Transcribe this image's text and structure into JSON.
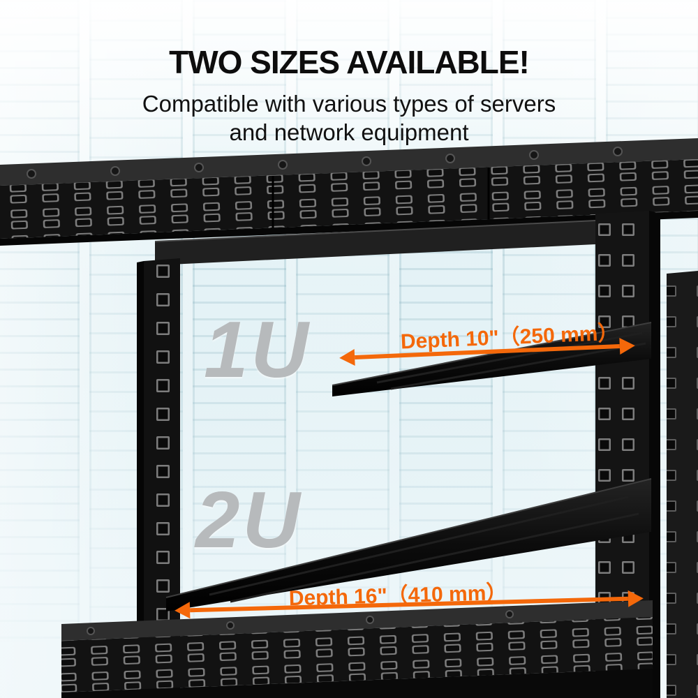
{
  "header": {
    "title": "TWO SIZES AVAILABLE!",
    "subtitle_line1": "Compatible with various types of servers",
    "subtitle_line2": "and network equipment"
  },
  "labels": {
    "size_1u": "1U",
    "size_2u": "2U",
    "depth_1u": "Depth 10\"（250 mm）",
    "depth_2u": "Depth 16\"（410 mm）"
  },
  "colors": {
    "accent": "#f4680a",
    "size_label_gray": "#b7babc"
  }
}
